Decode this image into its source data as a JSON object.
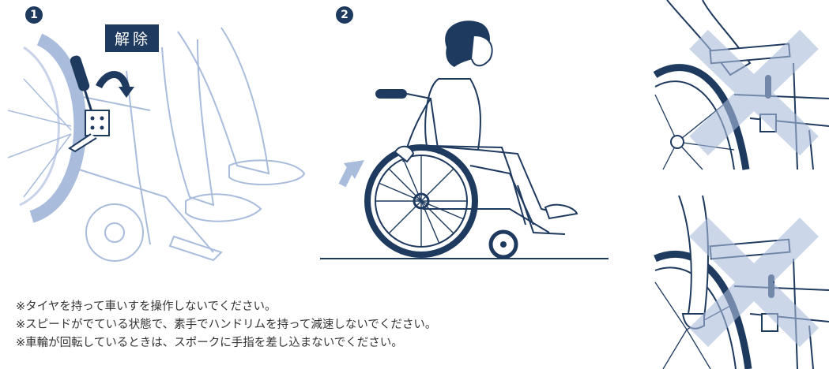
{
  "step1": {
    "number": "1",
    "tag": "解除"
  },
  "step2": {
    "number": "2"
  },
  "notes": [
    "※タイヤを持って車いすを操作しないでください。",
    "※スピードがでている状態で、素手でハンドリムを持って減速しないでください。",
    "※車輪が回転しているときは、スポークに手指を差し込まないでください。"
  ],
  "colors": {
    "navy": "#1f3a5f",
    "line": "#5d7fb0",
    "light": "#a9bcdc",
    "pale": "#c8d3ea"
  }
}
